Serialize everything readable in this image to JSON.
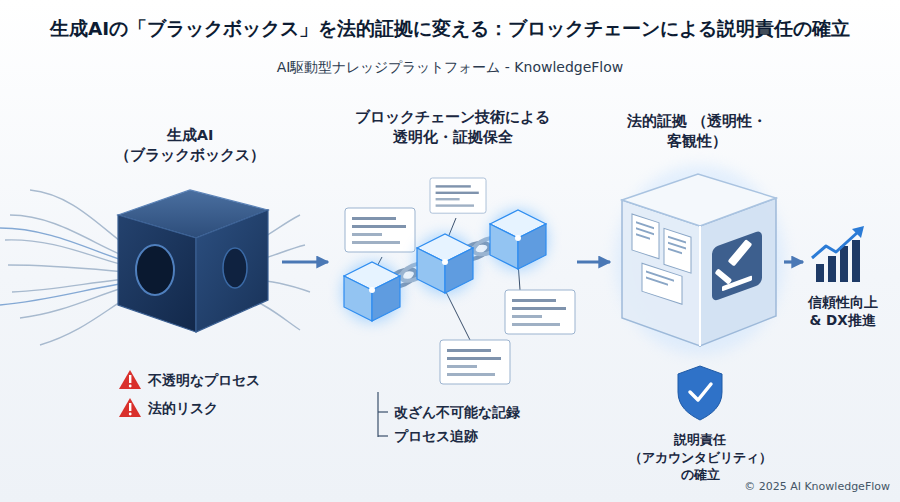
{
  "diagram": {
    "title": "生成AIの「ブラックボックス」を法的証拠に変える：ブロックチェーンによる説明責任の確立",
    "nodes": [
      {
        "text": [
          "生成AI （ブラックボックス）"
        ]
      },
      {
        "text": [
          "ブロックチェーン技術による 透明化・証拠保全"
        ]
      },
      {
        "text": [
          "法的証拠 （透明性・客観性）"
        ]
      },
      {
        "text": [
          "信頼性向上 & DX推進"
        ]
      }
    ],
    "edges": [
      {
        "from": 0,
        "to": 1,
        "arrow": "to"
      },
      {
        "from": 1,
        "to": 2,
        "arrow": "to"
      },
      {
        "from": 2,
        "to": 3,
        "arrow": "to"
      }
    ],
    "labels": [
      "AI駆動型ナレッジプラットフォーム - KnowledgeFlow",
      "不透明なプロセス",
      "法的リスク",
      "改ざん不可能な記録",
      "プロセス追跡",
      "説明責任 （アカウンタビリティ） の確立",
      "© 2025 AI KnowledgeFlow"
    ]
  }
}
